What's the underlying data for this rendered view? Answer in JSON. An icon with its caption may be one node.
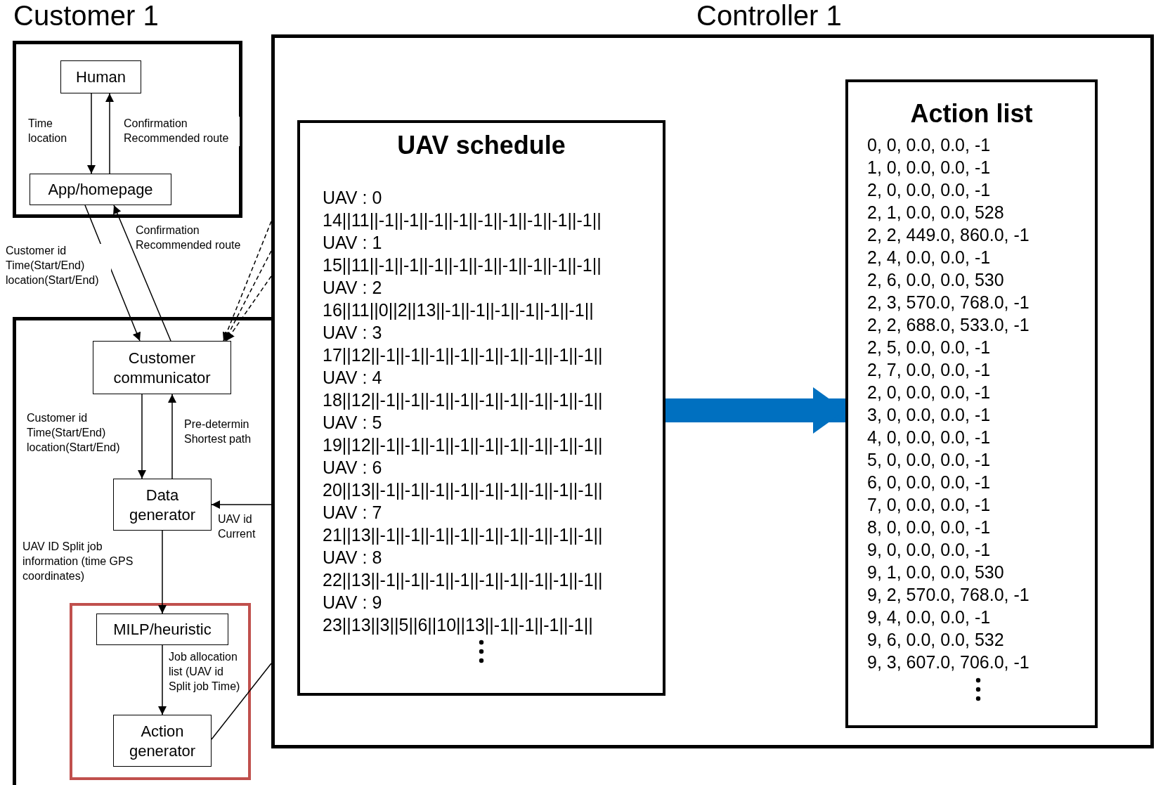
{
  "diagram": {
    "nodes": [
      {
        "text": [
          "Customer 1"
        ]
      },
      {
        "text": [
          "Human"
        ],
        "in": 0
      },
      {
        "text": [
          "App/homepage"
        ],
        "in": 0
      },
      {
        "text": [],
        "shape": "box"
      },
      {
        "text": [
          "Customer communicator"
        ],
        "in": 3
      },
      {
        "text": [
          "Data generator"
        ],
        "in": 3
      },
      {
        "text": [],
        "shape": "box",
        "in": 3
      },
      {
        "text": [
          "MILP/heuristic"
        ],
        "in": 6
      },
      {
        "text": [
          "Action generator"
        ],
        "in": 6
      },
      {
        "text": [
          "Controller 1"
        ]
      },
      {
        "text": [
          "UAV schedule",
          "UAV : 0",
          "14||11||-1||-1||-1||-1||-1||-1||-1||-1||-1||",
          "UAV : 1",
          "15||11||-1||-1||-1||-1||-1||-1||-1||-1||-1||",
          "UAV : 2",
          "16||11||0||2||13||-1||-1||-1||-1||-1||-1||",
          "UAV : 3",
          "17||12||-1||-1||-1||-1||-1||-1||-1||-1||-1||",
          "UAV : 4",
          "18||12||-1||-1||-1||-1||-1||-1||-1||-1||-1||",
          "UAV : 5",
          "19||12||-1||-1||-1||-1||-1||-1||-1||-1||-1||",
          "UAV : 6",
          "20||13||-1||-1||-1||-1||-1||-1||-1||-1||-1||",
          "UAV : 7",
          "21||13||-1||-1||-1||-1||-1||-1||-1||-1||-1||",
          "UAV : 8",
          "22||13||-1||-1||-1||-1||-1||-1||-1||-1||-1||",
          "UAV : 9",
          "23||13||3||5||6||10||13||-1||-1||-1||-1||"
        ],
        "in": 9
      },
      {
        "text": [
          "Action list",
          "0, 0, 0.0, 0.0, -1",
          "1, 0, 0.0, 0.0, -1",
          "2, 0, 0.0, 0.0, -1",
          "2, 1, 0.0, 0.0, 528",
          "2, 2, 449.0, 860.0, -1",
          "2, 4, 0.0, 0.0, -1",
          "2, 6, 0.0, 0.0, 530",
          "2, 3, 570.0, 768.0, -1",
          "2, 2, 688.0, 533.0, -1",
          "2, 5, 0.0, 0.0, -1",
          "2, 7, 0.0, 0.0, -1",
          "2, 0, 0.0, 0.0, -1",
          "3, 0, 0.0, 0.0, -1",
          "4, 0, 0.0, 0.0, -1",
          "5, 0, 0.0, 0.0, -1",
          "6, 0, 0.0, 0.0, -1",
          "7, 0, 0.0, 0.0, -1",
          "8, 0, 0.0, 0.0, -1",
          "9, 0, 0.0, 0.0, -1",
          "9, 1, 0.0, 0.0, 530",
          "9, 2, 570.0, 768.0, -1",
          "9, 4, 0.0, 0.0, -1",
          "9, 6, 0.0, 0.0, 532",
          "9, 3, 607.0, 706.0, -1"
        ],
        "in": 9
      }
    ],
    "edges": [
      {
        "from": 1,
        "to": 2,
        "arrow": "to",
        "label": "Time location"
      },
      {
        "from": 2,
        "to": 1,
        "arrow": "to",
        "label": "Confirmation Recommended route"
      },
      {
        "from": 2,
        "to": 4,
        "arrow": "to",
        "label": "Customer id Time(Start/End) location(Start/End)"
      },
      {
        "from": 4,
        "to": 2,
        "arrow": "to",
        "label": "Confirmation Recommended route"
      },
      {
        "from": 9,
        "to": 4,
        "arrow": "to",
        "style": "dashed"
      },
      {
        "from": 9,
        "to": 4,
        "arrow": "to",
        "style": "dashed"
      },
      {
        "from": 9,
        "to": 4,
        "arrow": "to",
        "style": "dashed"
      },
      {
        "from": 4,
        "to": 5,
        "arrow": "to",
        "label": "Customer id Time(Start/End) location(Start/End)"
      },
      {
        "from": 5,
        "to": 4,
        "arrow": "to",
        "label": "Pre-determin Shortest path"
      },
      {
        "from": 9,
        "to": 5,
        "arrow": "to",
        "label": "UAV id Current"
      },
      {
        "from": 5,
        "to": 7,
        "arrow": "to",
        "label": "UAV ID Split job information (time GPS coordinates)"
      },
      {
        "from": 7,
        "to": 8,
        "arrow": "to",
        "label": "Job allocation list (UAV id Split job Time)"
      },
      {
        "from": 8,
        "to": 9,
        "arrow": "none"
      },
      {
        "from": 10,
        "to": 11,
        "arrow": "to",
        "style": "thick",
        "color": "#0070c0"
      }
    ]
  }
}
